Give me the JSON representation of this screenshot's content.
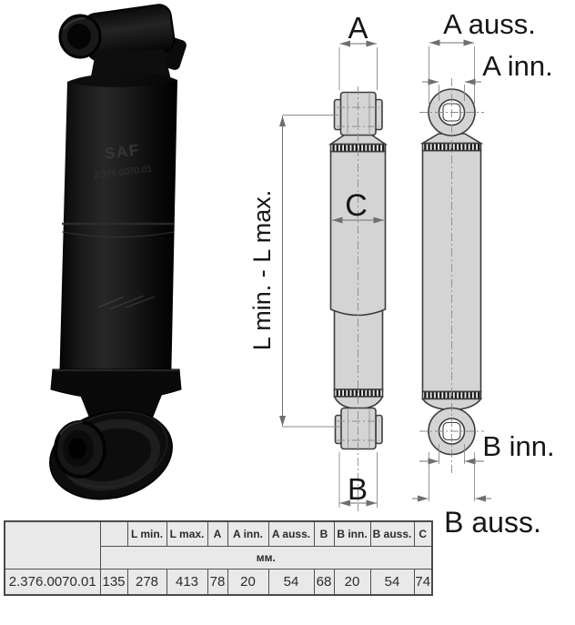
{
  "page": {
    "background": "#ffffff"
  },
  "photo": {
    "markings": {
      "brand": "SAF",
      "part_number": "2.376.0070.01"
    }
  },
  "diagrams": {
    "side_view_labels": {
      "a": "A",
      "b": "B",
      "c": "C",
      "length": "L min. - L max."
    },
    "front_view_labels": {
      "a_auss": "A auss.",
      "a_inn": "A inn.",
      "b_inn": "B inn.",
      "b_auss": "B auss."
    },
    "colors": {
      "part_fill": "#d4d4d4",
      "part_outline": "#3d3d3d",
      "dimension_lines": "#8c8c8c",
      "label_text": "#161616"
    }
  },
  "table": {
    "headers": [
      "",
      "",
      "L min.",
      "L max.",
      "A",
      "A inn.",
      "A auss.",
      "B",
      "B inn.",
      "B auss.",
      "C"
    ],
    "unit_label": "мм.",
    "rows": [
      {
        "part_number": "2.376.0070.01",
        "values": [
          "135",
          "278",
          "413",
          "78",
          "20",
          "54",
          "68",
          "20",
          "54",
          "74"
        ]
      }
    ]
  }
}
